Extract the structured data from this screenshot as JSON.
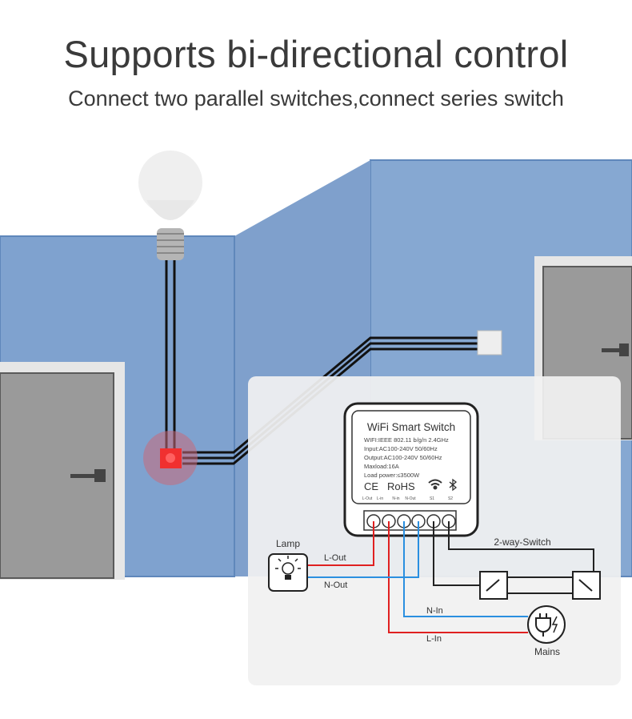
{
  "header": {
    "title": "Supports bi-directional control",
    "subtitle": "Connect two parallel switches,connect series switch"
  },
  "device": {
    "name": "WiFi  Smart  Switch",
    "specs": [
      "WIFI:IEEE 802.11 b/g/n 2.4GHz",
      "Input:AC100-240V 50/60Hz",
      "Output:AC100-240V 50/60Hz",
      "Maxload:16A",
      "Load power:≤3500W"
    ],
    "ce": "CE",
    "rohs": "RoHS",
    "terminals": [
      "L-Out",
      "L-in",
      "N-in",
      "N-Out",
      "S1",
      "S2"
    ]
  },
  "diagram": {
    "lamp_label": "Lamp",
    "l_out": "L-Out",
    "n_out": "N-Out",
    "n_in": "N-In",
    "l_in": "L-In",
    "switch_label": "2-way-Switch",
    "mains_label": "Mains"
  },
  "colors": {
    "wall": "#7fa2cf",
    "live": "#e02020",
    "neutral": "#2a8fe0",
    "text": "#3a3a3a"
  }
}
